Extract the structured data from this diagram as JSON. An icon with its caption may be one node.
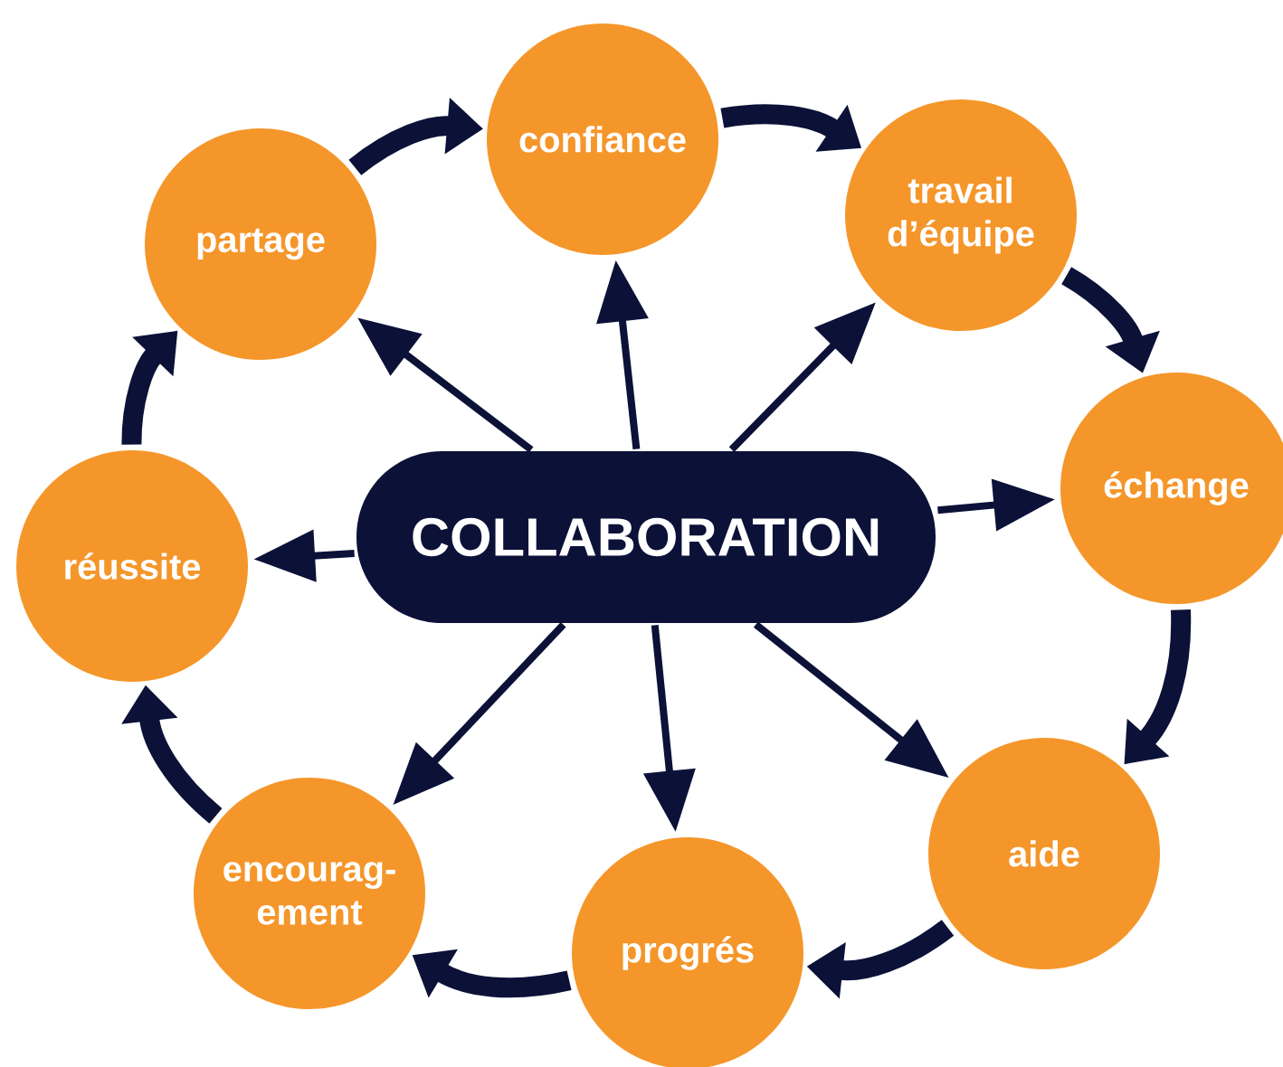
{
  "diagram": {
    "nodes": [
      {
        "text": [
          "COLLABORATION"
        ]
      },
      {
        "text": [
          "confiance"
        ]
      },
      {
        "text": [
          "travail d’équipe"
        ]
      },
      {
        "text": [
          "échange"
        ]
      },
      {
        "text": [
          "aide"
        ]
      },
      {
        "text": [
          "progrés"
        ]
      },
      {
        "text": [
          "encourag- ement"
        ]
      },
      {
        "text": [
          "réussite"
        ]
      },
      {
        "text": [
          "partage"
        ]
      }
    ],
    "edges": [
      {
        "from": 0,
        "to": 1,
        "arrow": "to"
      },
      {
        "from": 0,
        "to": 2,
        "arrow": "to"
      },
      {
        "from": 0,
        "to": 3,
        "arrow": "to"
      },
      {
        "from": 0,
        "to": 4,
        "arrow": "to"
      },
      {
        "from": 0,
        "to": 5,
        "arrow": "to"
      },
      {
        "from": 0,
        "to": 6,
        "arrow": "to"
      },
      {
        "from": 0,
        "to": 7,
        "arrow": "to"
      },
      {
        "from": 0,
        "to": 8,
        "arrow": "to"
      },
      {
        "from": 8,
        "to": 1,
        "arrow": "to",
        "style": "thick"
      },
      {
        "from": 1,
        "to": 2,
        "arrow": "to",
        "style": "thick"
      },
      {
        "from": 2,
        "to": 3,
        "arrow": "to",
        "style": "thick"
      },
      {
        "from": 3,
        "to": 4,
        "arrow": "to",
        "style": "thick"
      },
      {
        "from": 4,
        "to": 5,
        "arrow": "to",
        "style": "thick"
      },
      {
        "from": 5,
        "to": 6,
        "arrow": "to",
        "style": "thick"
      },
      {
        "from": 6,
        "to": 7,
        "arrow": "to",
        "style": "thick"
      },
      {
        "from": 7,
        "to": 8,
        "arrow": "to",
        "style": "thick"
      }
    ]
  }
}
